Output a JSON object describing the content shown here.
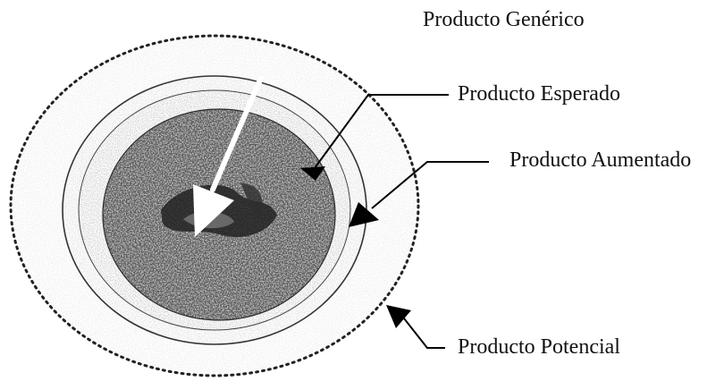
{
  "diagram": {
    "labels": {
      "generic": "Producto Genérico",
      "expected": "Producto Esperado",
      "augmented": "Producto Aumentado",
      "potential": "Producto Potencial"
    },
    "layers": [
      {
        "id": "generic",
        "color": "#555555"
      },
      {
        "id": "expected",
        "color": "#c9c9c9"
      },
      {
        "id": "augmented",
        "color": "#dcdcdc"
      },
      {
        "id": "potential",
        "color": "#e4e4e4"
      }
    ],
    "line_color": "#000000"
  }
}
